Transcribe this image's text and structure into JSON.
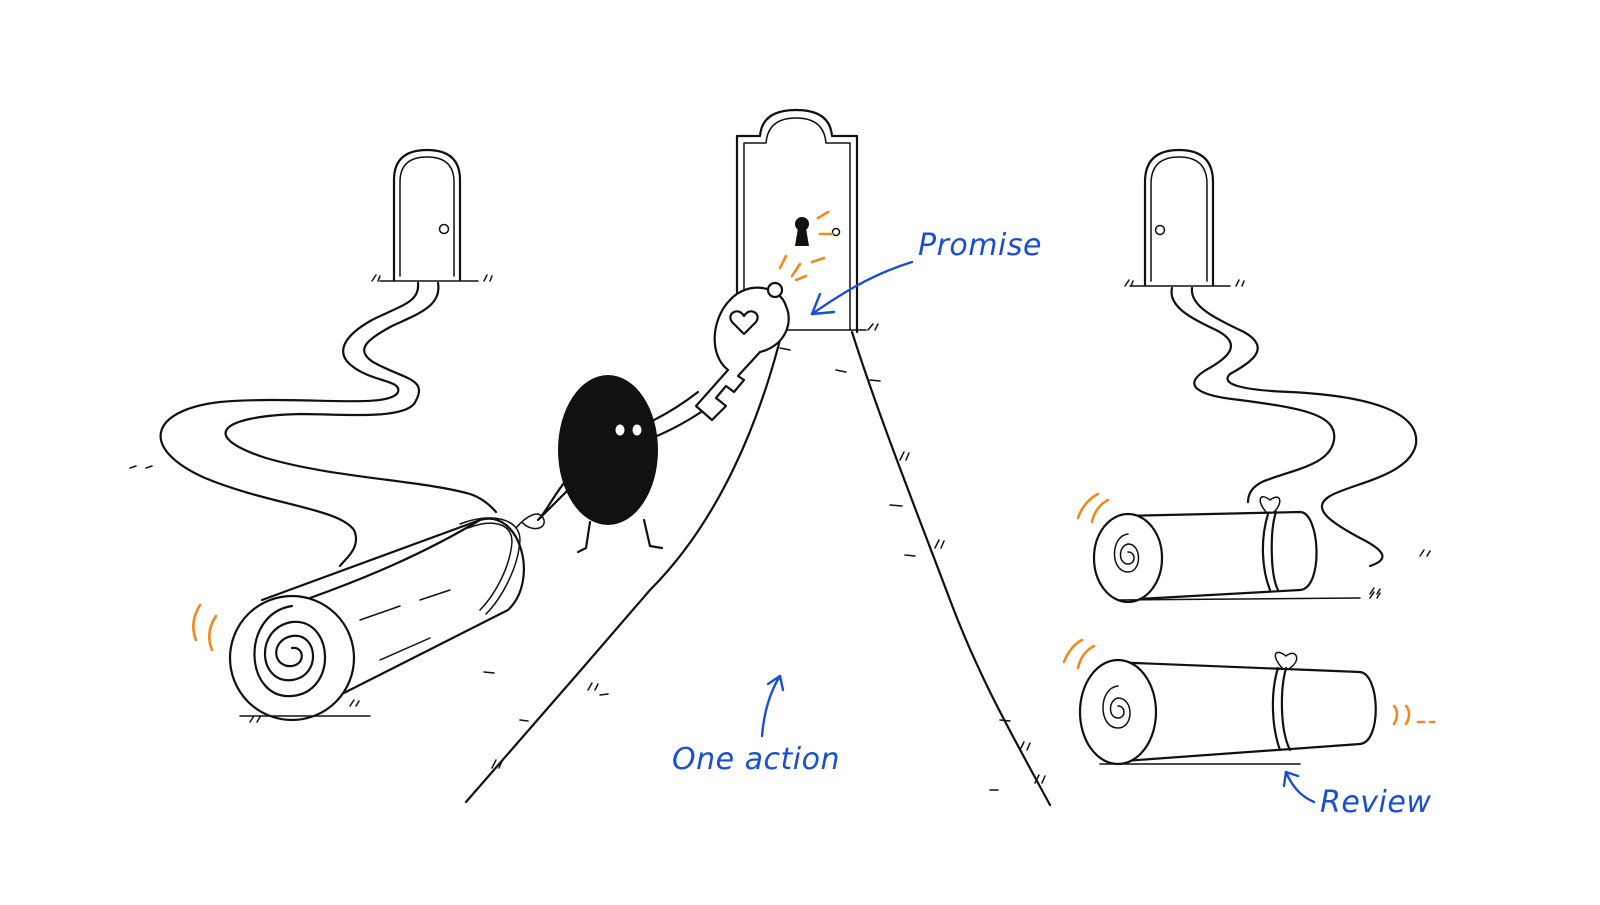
{
  "labels": {
    "promise": "Promise",
    "one_action": "One action",
    "review": "Review"
  },
  "colors": {
    "ink": "#111111",
    "label_blue": "#1a4fd0",
    "motion_orange": "#f08a1c",
    "background": "#ffffff"
  },
  "elements": {
    "doors": [
      "left-door",
      "center-door-with-keyhole",
      "right-door"
    ],
    "character": "black-blob-holding-heart-key",
    "logs": [
      "large-rolling-log",
      "tied-scroll-upper",
      "tied-scroll-lower"
    ]
  }
}
